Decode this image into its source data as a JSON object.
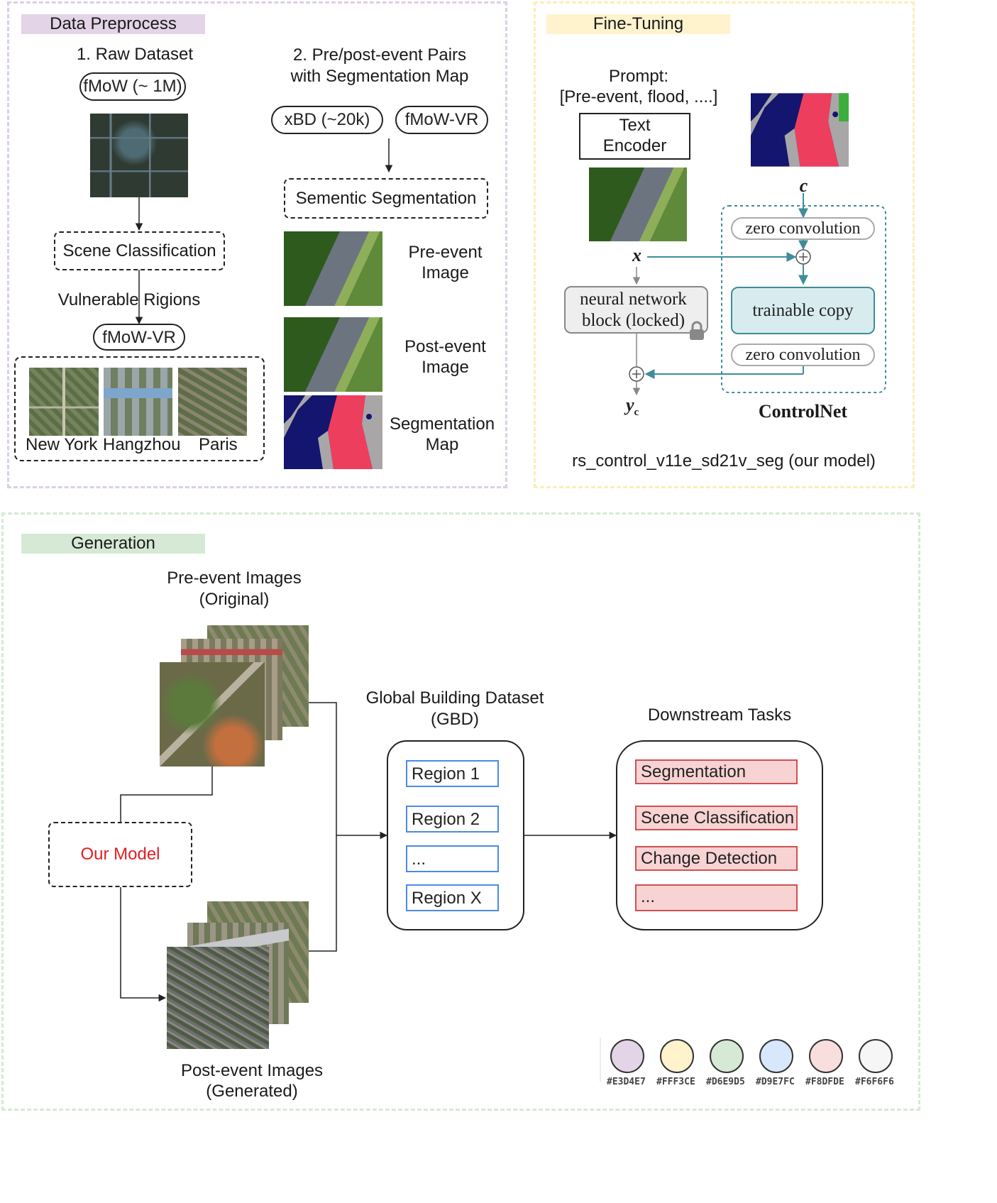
{
  "panels": {
    "data_preprocess": {
      "tag": "Data Preprocess",
      "raw_dataset_title": "1. Raw Dataset",
      "fmow_pill": "fMoW (~ 1M)",
      "scene_classification": "Scene Classification",
      "vulnerable_regions": "Vulnerable Rigions",
      "fmow_vr_pill": "fMoW-VR",
      "cities": [
        "New York",
        "Hangzhou",
        "Paris"
      ],
      "pairs_title_line1": "2. Pre/post-event Pairs",
      "pairs_title_line2": "with Segmentation Map",
      "xbd_pill": "xBD (~20k)",
      "fmow_vr_pill_2": "fMoW-VR",
      "semantic_segmentation": "Sementic Segmentation",
      "pre_event_image": [
        "Pre-event",
        "Image"
      ],
      "post_event_image": [
        "Post-event",
        "Image"
      ],
      "segmentation_map": [
        "Segmentation",
        "Map"
      ]
    },
    "fine_tuning": {
      "tag": "Fine-Tuning",
      "prompt_line1": "Prompt:",
      "prompt_line2": "[Pre-event, flood, ....]",
      "text_encoder": [
        "Text",
        "Encoder"
      ],
      "c_label": "c",
      "x_label": "x",
      "y_label": "y",
      "y_sub": "c",
      "zero_conv_top": "zero convolution",
      "zero_conv_bottom": "zero convolution",
      "trainable_copy": "trainable copy",
      "nn_block_line1": "neural network",
      "nn_block_line2": "block (locked)",
      "controlnet": "ControlNet",
      "model_name": "rs_control_v11e_sd21v_seg (our model)"
    },
    "generation": {
      "tag": "Generation",
      "pre_event_title": [
        "Pre-event Images",
        "(Original)"
      ],
      "post_event_title": [
        "Post-event Images",
        "(Generated)"
      ],
      "our_model": "Our Model",
      "gbd_title": [
        "Global Building Dataset",
        "(GBD)"
      ],
      "regions": [
        "Region 1",
        "Region 2",
        "...",
        "Region X"
      ],
      "downstream_title": "Downstream Tasks",
      "tasks": [
        "Segmentation",
        "Scene Classification",
        "Change Detection",
        "..."
      ]
    }
  },
  "palette": [
    {
      "hex": "#E3D4E7",
      "label": "#E3D4E7"
    },
    {
      "hex": "#FFF3CE",
      "label": "#FFF3CE"
    },
    {
      "hex": "#D6E9D5",
      "label": "#D6E9D5"
    },
    {
      "hex": "#D9E7FC",
      "label": "#D9E7FC"
    },
    {
      "hex": "#F8DFDE",
      "label": "#F8DFDE"
    },
    {
      "hex": "#F6F6F6",
      "label": "#F6F6F6"
    }
  ],
  "colors": {
    "purple_border": "#dccfe6",
    "yellow_border": "#fbeeb8",
    "green_border": "#d6e9d5",
    "teal": "#3f8c9a",
    "our_model_red": "#e02020"
  }
}
